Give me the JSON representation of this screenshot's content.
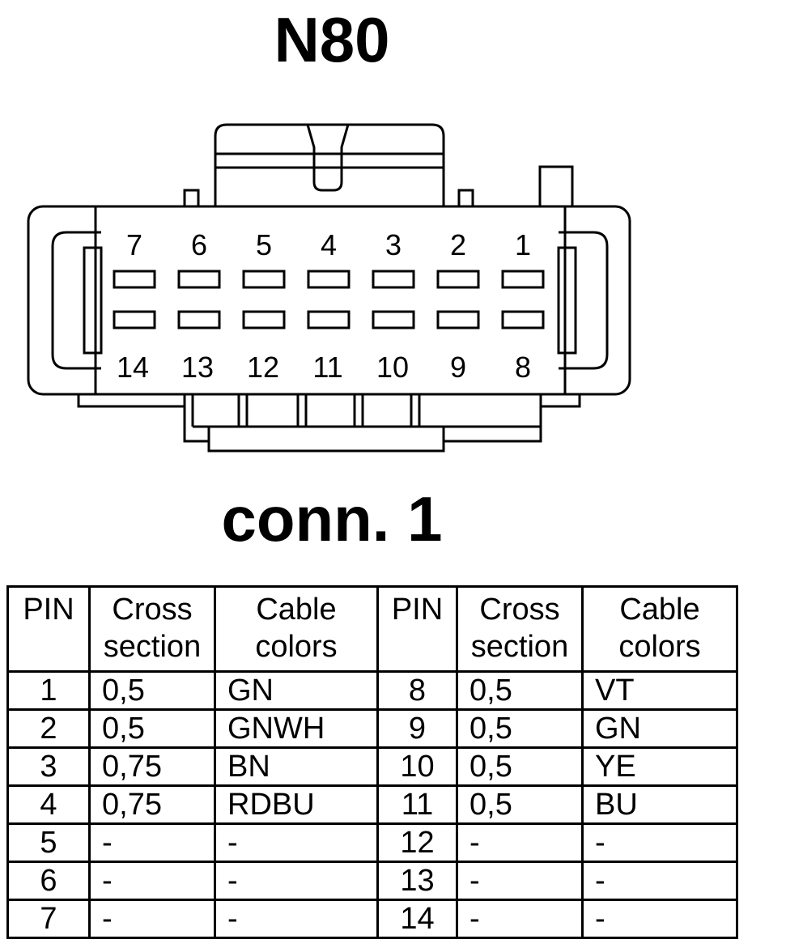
{
  "title": "N80",
  "connector_label": "conn. 1",
  "pins_top": [
    "7",
    "6",
    "5",
    "4",
    "3",
    "2",
    "1"
  ],
  "pins_bottom": [
    "14",
    "13",
    "12",
    "11",
    "10",
    "9",
    "8"
  ],
  "table": {
    "headers": {
      "pin": "PIN",
      "cross_l1": "Cross",
      "cross_l2": "section",
      "cable_l1": "Cable",
      "cable_l2": "colors"
    },
    "rows": [
      {
        "pin_a": "1",
        "cs_a": "0,5",
        "color_a": "GN",
        "pin_b": "8",
        "cs_b": "0,5",
        "color_b": "VT"
      },
      {
        "pin_a": "2",
        "cs_a": "0,5",
        "color_a": "GNWH",
        "pin_b": "9",
        "cs_b": "0,5",
        "color_b": "GN"
      },
      {
        "pin_a": "3",
        "cs_a": "0,75",
        "color_a": "BN",
        "pin_b": "10",
        "cs_b": "0,5",
        "color_b": "YE"
      },
      {
        "pin_a": "4",
        "cs_a": "0,75",
        "color_a": "RDBU",
        "pin_b": "11",
        "cs_b": "0,5",
        "color_b": "BU"
      },
      {
        "pin_a": "5",
        "cs_a": "-",
        "color_a": "-",
        "pin_b": "12",
        "cs_b": "-",
        "color_b": "-"
      },
      {
        "pin_a": "6",
        "cs_a": "-",
        "color_a": "-",
        "pin_b": "13",
        "cs_b": "-",
        "color_b": "-"
      },
      {
        "pin_a": "7",
        "cs_a": "-",
        "color_a": "-",
        "pin_b": "14",
        "cs_b": "-",
        "color_b": "-"
      }
    ]
  }
}
